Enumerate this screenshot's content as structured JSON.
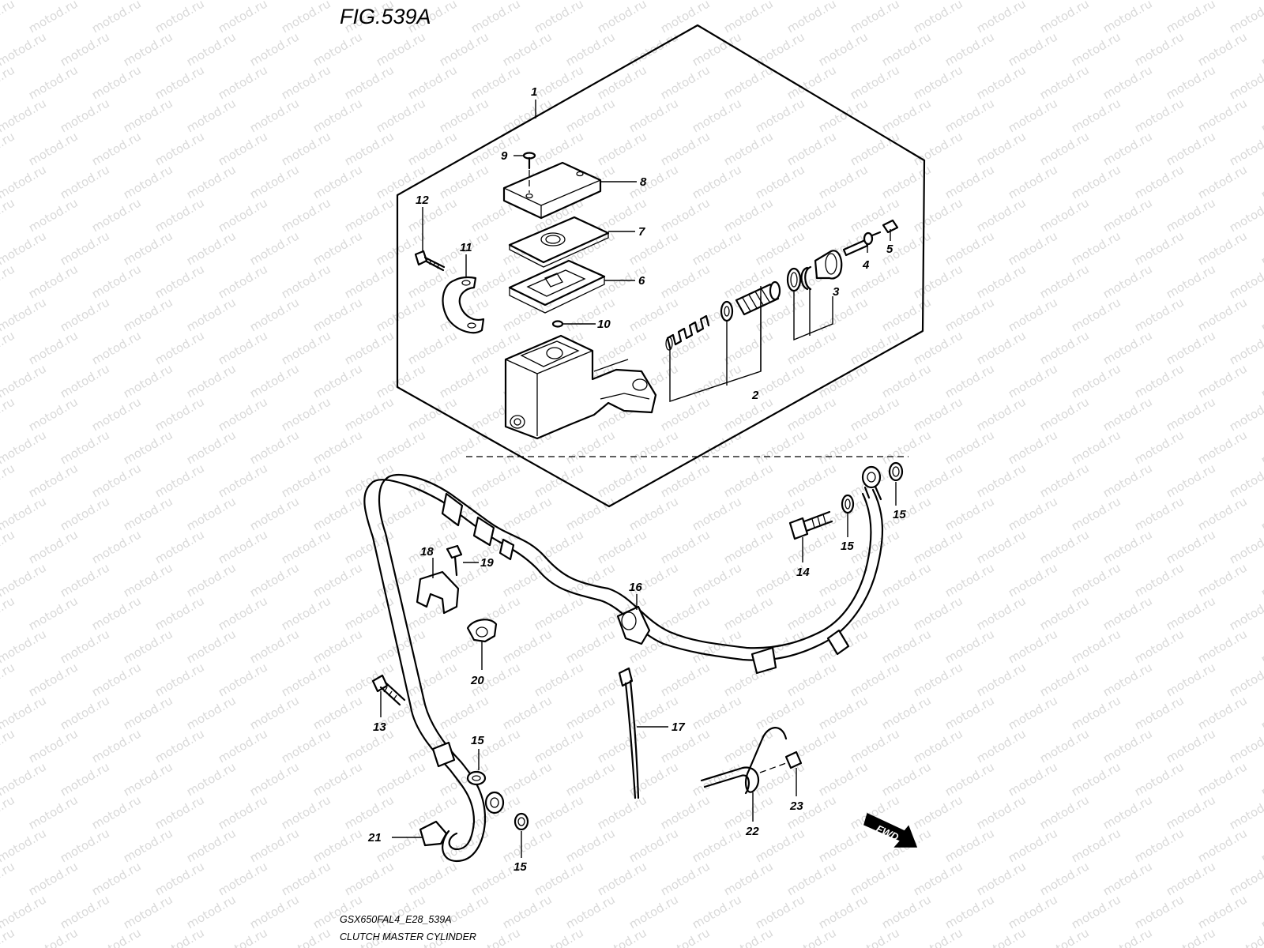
{
  "figure": {
    "title": "FIG.539A",
    "model_code": "GSX650FAL4_E28_539A",
    "caption": "CLUTCH MASTER CYLINDER"
  },
  "watermark": "motod.ru",
  "direction_badge": "FWD",
  "callouts": [
    "1",
    "2",
    "3",
    "4",
    "5",
    "6",
    "7",
    "8",
    "9",
    "10",
    "11",
    "12",
    "13",
    "14",
    "15",
    "16",
    "17",
    "18",
    "19",
    "20",
    "21",
    "22",
    "23"
  ]
}
